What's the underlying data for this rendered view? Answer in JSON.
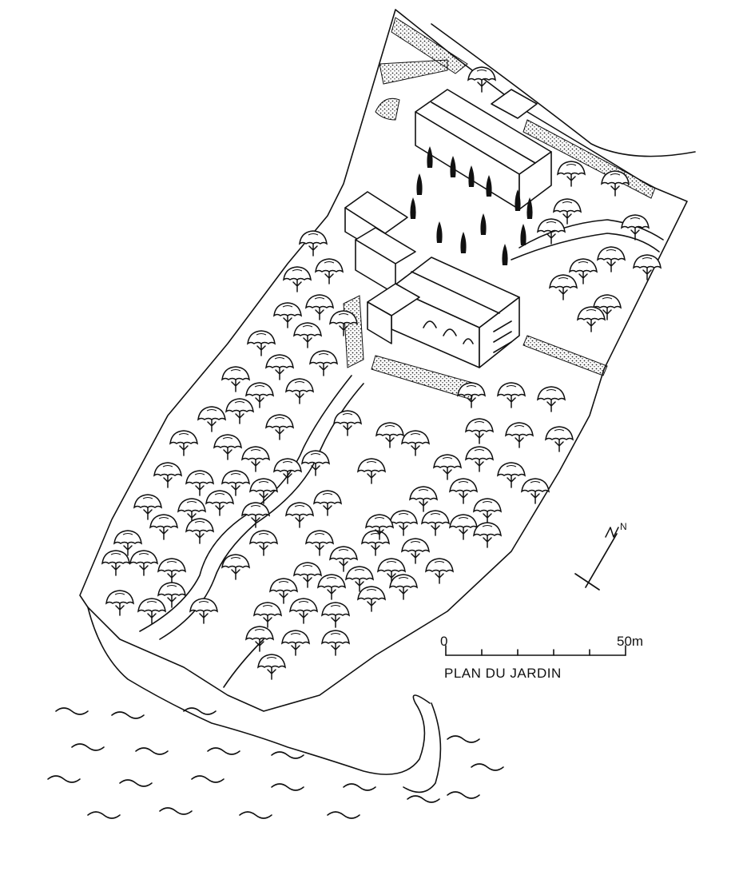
{
  "map": {
    "title": "PLAN DU JARDIN",
    "scale_bar": {
      "start_label": "0",
      "end_label": "50m",
      "length_m": 50,
      "divisions": 5
    },
    "north_arrow": {
      "label": "N",
      "icon": "north-arrow-icon"
    }
  },
  "colors": {
    "ink": "#111111",
    "paper": "#ffffff"
  }
}
